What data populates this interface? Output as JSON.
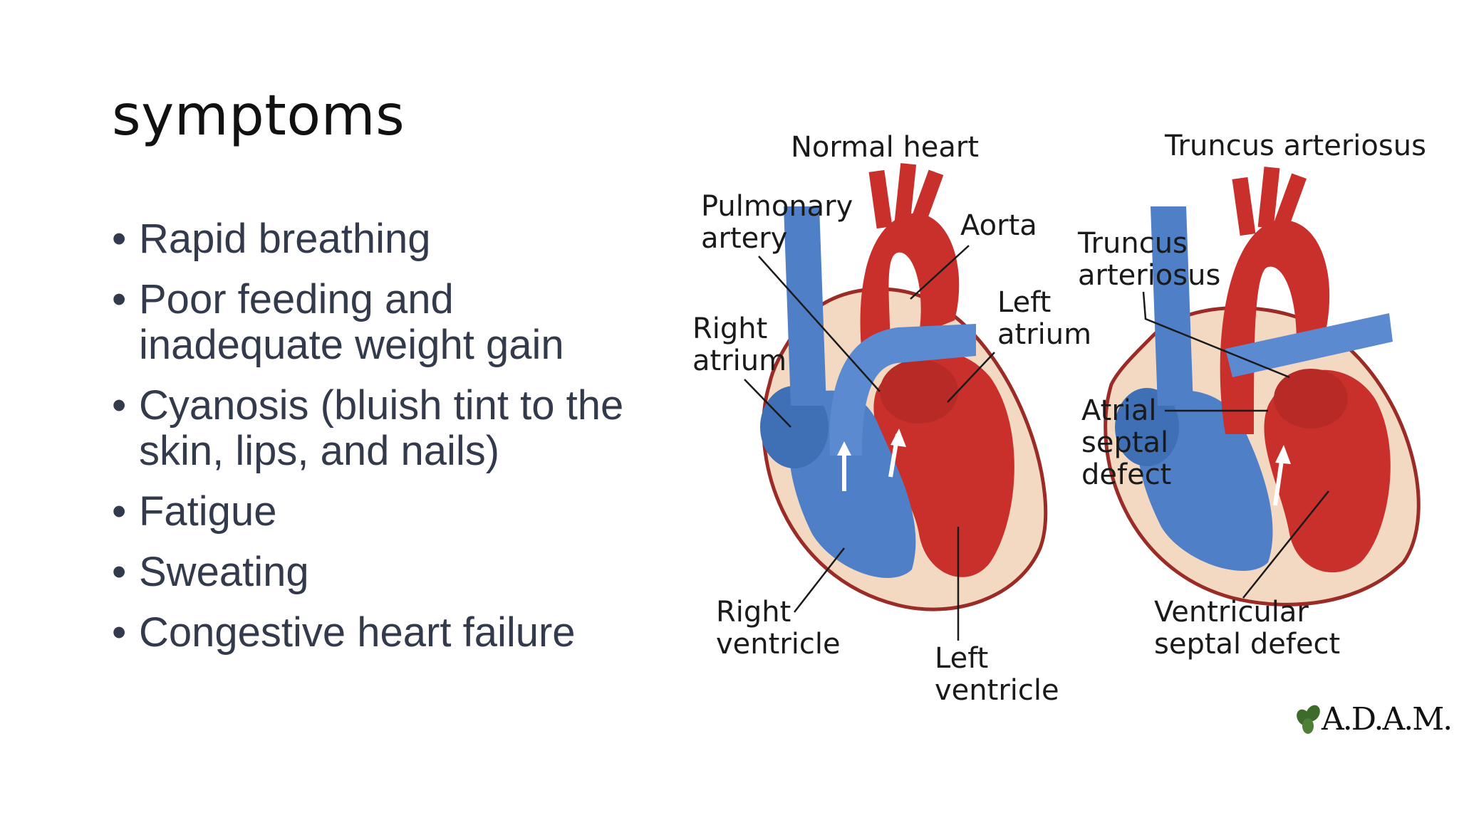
{
  "slide": {
    "title": "symptoms",
    "bullets": [
      "Rapid breathing",
      "Poor feeding and inadequate weight gain",
      "Cyanosis (bluish tint to the skin, lips, and nails)",
      "Fatigue",
      "Sweating",
      "Congestive heart failure"
    ]
  },
  "figure": {
    "normal_heart": {
      "heading": "Normal heart",
      "labels": {
        "pulmonary_artery": [
          "Pulmonary",
          "artery"
        ],
        "aorta": "Aorta",
        "right_atrium": [
          "Right",
          "atrium"
        ],
        "left_atrium": [
          "Left",
          "atrium"
        ],
        "right_ventricle": [
          "Right",
          "ventricle"
        ],
        "left_ventricle": [
          "Left",
          "ventricle"
        ]
      }
    },
    "truncus_heart": {
      "heading": "Truncus arteriosus",
      "labels": {
        "truncus_arteriosus": [
          "Truncus",
          "arteriosus"
        ],
        "atrial_septal_defect": [
          "Atrial",
          "septal",
          "defect"
        ],
        "ventricular_septal_defect": [
          "Ventricular",
          "septal defect"
        ]
      }
    },
    "credit": "A.D.A.M.",
    "colors": {
      "oxygen_poor": "#4f7fc6",
      "oxygen_rich": "#c9302c",
      "heart_wall": "#f3d8c2"
    }
  }
}
